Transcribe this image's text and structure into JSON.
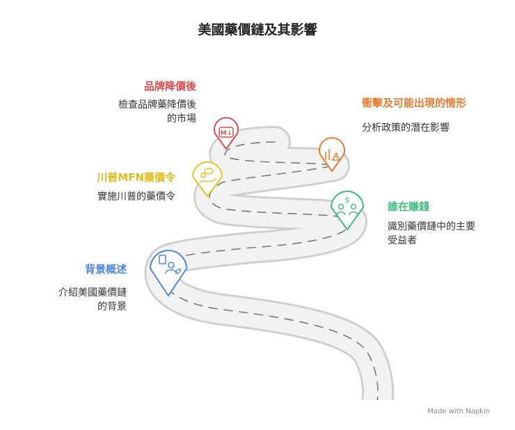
{
  "title": "美國藥價鏈及其影響",
  "steps": [
    {
      "heading": "背景概述",
      "description": "介紹美國藥價鏈的背景",
      "desc_lines": [
        "介紹美國藥價鏈",
        "的背景"
      ],
      "color": "#4a86dc",
      "icon": "document-person-icon"
    },
    {
      "heading": "川普MFN藥價令",
      "description": "實施川普的藥價令",
      "desc_lines": [
        "實施川普的藥價令"
      ],
      "color": "#e8c61d",
      "icon": "hand-pills-icon"
    },
    {
      "heading": "品牌降價後",
      "description": "檢查品牌藥降價後的市場",
      "desc_lines": [
        "檢查品牌藥降價後",
        "的市場"
      ],
      "color": "#e04a4f",
      "icon": "price-down-icon"
    },
    {
      "heading": "衝擊及可能出現的情形",
      "description": "分析政策的潛在影響",
      "desc_lines": [
        "分析政策的潛在影響"
      ],
      "color": "#ec7a2f",
      "icon": "chart-warning-icon"
    },
    {
      "heading": "誰在賺錢",
      "description": "識別藥價鏈中的主要受益者",
      "desc_lines": [
        "識別藥價鏈中的主要",
        "受益者"
      ],
      "color": "#3fbf7f",
      "icon": "people-money-icon"
    }
  ],
  "footer": "Made with  Napkin"
}
